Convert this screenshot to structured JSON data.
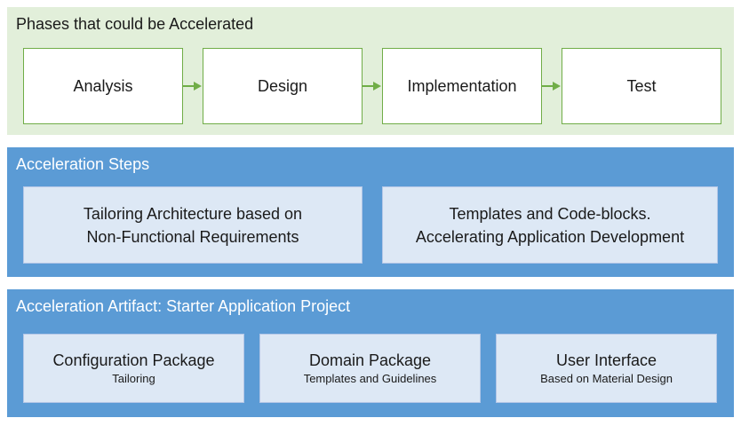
{
  "phases": {
    "title": "Phases that could be Accelerated",
    "items": [
      "Analysis",
      "Design",
      "Implementation",
      "Test"
    ],
    "border_color": "#70ad47",
    "background": "#e2efda"
  },
  "steps": {
    "title": "Acceleration Steps",
    "items": [
      {
        "line1": "Tailoring Architecture based on",
        "line2": "Non-Functional Requirements"
      },
      {
        "line1": "Templates and Code-blocks.",
        "line2": "Accelerating Application Development"
      }
    ],
    "background": "#5b9bd5"
  },
  "artifact": {
    "title": "Acceleration Artifact: Starter Application Project",
    "items": [
      {
        "title": "Configuration Package",
        "subtitle": "Tailoring"
      },
      {
        "title": "Domain Package",
        "subtitle": "Templates and Guidelines"
      },
      {
        "title": "User Interface",
        "subtitle": "Based on Material Design"
      }
    ],
    "background": "#5b9bd5"
  }
}
